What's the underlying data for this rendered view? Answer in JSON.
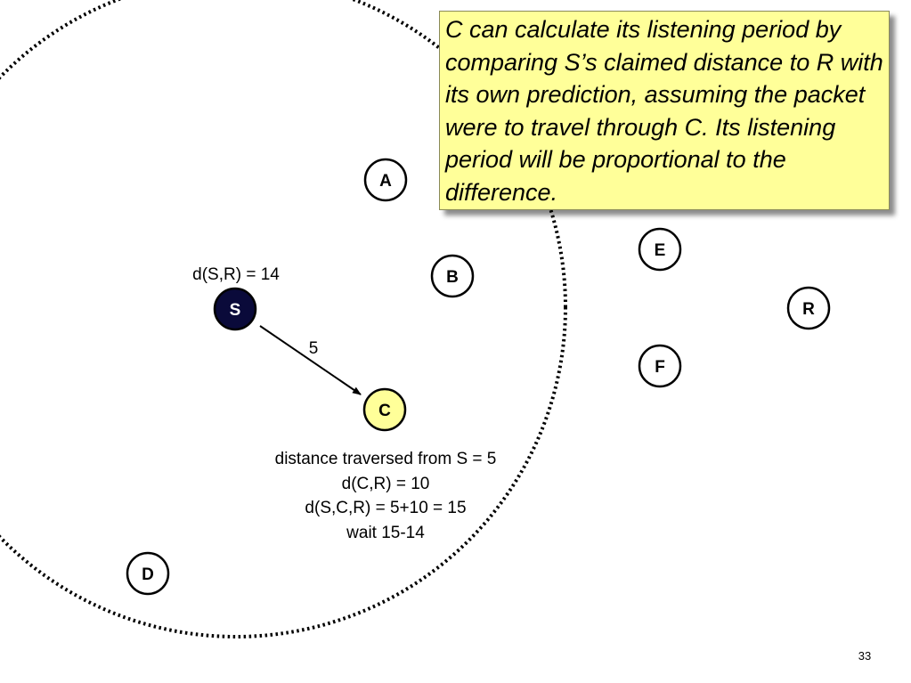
{
  "callout": {
    "text": "C can calculate its listening period by comparing S’s claimed distance to R with its own prediction, assuming the packet were to travel through C. Its listening period will be proportional to the difference."
  },
  "nodes": {
    "s": {
      "label": "S",
      "fill": "#0a0a3a",
      "text_color": "#ffffff"
    },
    "a": {
      "label": "A",
      "fill": "#ffffff",
      "text_color": "#000000"
    },
    "b": {
      "label": "B",
      "fill": "#ffffff",
      "text_color": "#000000"
    },
    "c": {
      "label": "C",
      "fill": "#ffff99",
      "text_color": "#000000"
    },
    "d": {
      "label": "D",
      "fill": "#ffffff",
      "text_color": "#000000"
    },
    "e": {
      "label": "E",
      "fill": "#ffffff",
      "text_color": "#000000"
    },
    "f": {
      "label": "F",
      "fill": "#ffffff",
      "text_color": "#000000"
    },
    "r": {
      "label": "R",
      "fill": "#ffffff",
      "text_color": "#000000"
    }
  },
  "labels": {
    "claimed_distance": "d(S,R) = 14",
    "edge_weight": "5"
  },
  "info": {
    "lines": [
      "distance traversed from S = 5",
      "d(C,R) = 10",
      "d(S,C,R) = 5+10 = 15",
      "wait  15-14"
    ]
  },
  "range_circle": {
    "style": "dotted",
    "color": "#000000"
  },
  "slide_number": "33"
}
